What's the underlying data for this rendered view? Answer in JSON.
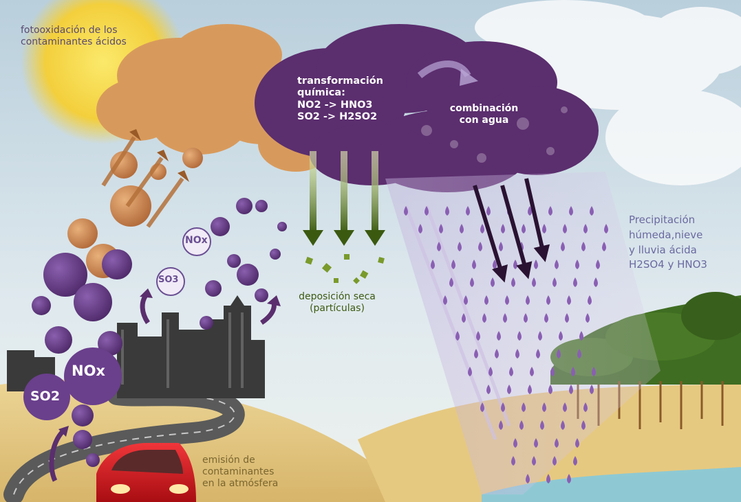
{
  "labels": {
    "fotooxidacion": [
      "fotooxidación de los",
      "contaminantes ácidos"
    ],
    "transformacion": [
      "transformación",
      "química:",
      "NO2 -> HNO3",
      "SO2 -> H2SO2"
    ],
    "combinacion": [
      "combinación",
      "con agua"
    ],
    "deposicion": [
      "deposición seca",
      "(partículas)"
    ],
    "precipitacion": [
      "Precipitación",
      "húmeda,nieve",
      "y lluvia ácida",
      "H2SO4 y HNO3"
    ],
    "emision": [
      "emisión de",
      "contaminantes",
      "en la atmósfera"
    ]
  },
  "bubble_labels": {
    "nox_big": "NOx",
    "so2_big": "SO2",
    "nox_small": "NOx",
    "so3_small": "SO3"
  },
  "colors": {
    "sky": "#cfe0ea",
    "sun": "#f6d94a",
    "orange_cloud": "#d89a5c",
    "purple_cloud": "#5b2e6e",
    "purple_bubble": "#6a3f8c",
    "sand": "#e6c980",
    "water": "#8ec9d3",
    "tree_green": "#3f6d22",
    "car_red": "#d81d20",
    "dry_arrow": "#3b5a10"
  }
}
